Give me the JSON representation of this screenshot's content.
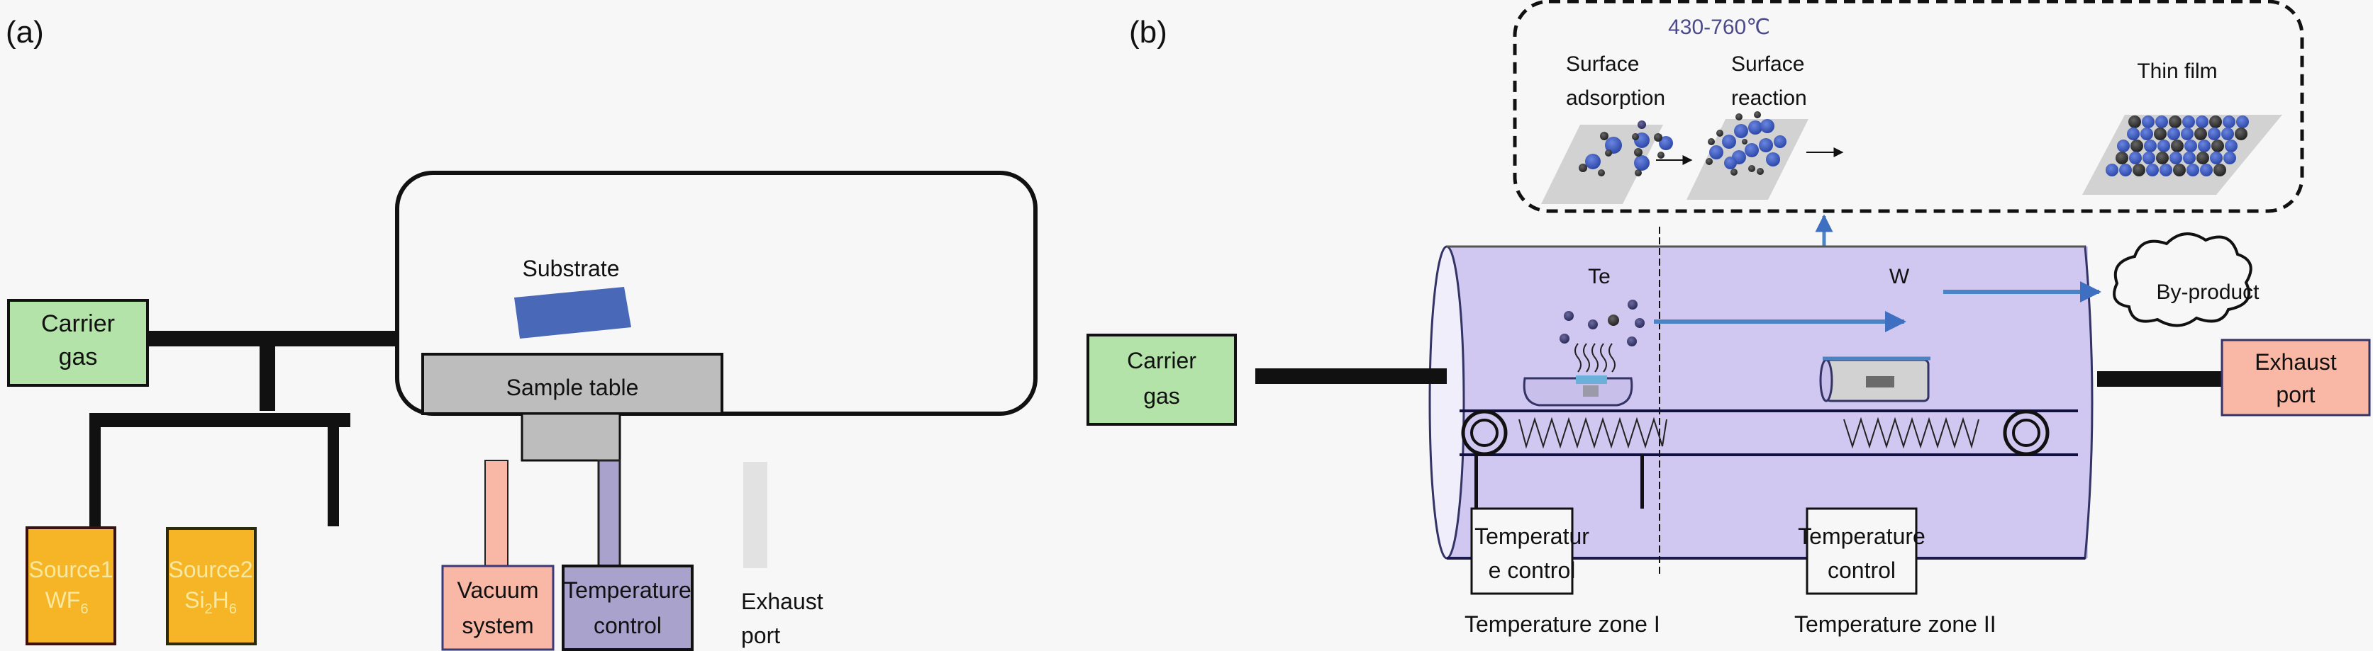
{
  "panel_a": {
    "label": "(a)",
    "carrier_gas": [
      "Carrier",
      "gas"
    ],
    "source1": {
      "line1": "Source1",
      "base": "WF",
      "sub": "6"
    },
    "source2": {
      "line1": "Source2",
      "base_a": "Si",
      "sub_a": "2",
      "base_b": "H",
      "sub_b": "6"
    },
    "substrate": "Substrate",
    "sample_table": "Sample table",
    "vacuum_system": [
      "Vacuum",
      "system"
    ],
    "temperature_control": [
      "Temperature",
      "control"
    ],
    "exhaust_port": [
      "Exhaust",
      "port"
    ]
  },
  "panel_b": {
    "label": "(b)",
    "temperature_range": "430-760℃",
    "steps": [
      {
        "label": [
          "Surface",
          "adsorption"
        ]
      },
      {
        "label": [
          "Surface",
          "reaction"
        ]
      },
      {
        "label": [
          "Thin film"
        ]
      }
    ],
    "carrier_gas": [
      "Carrier",
      "gas"
    ],
    "te_label": "Te",
    "w_label": "W",
    "by_product": "By-product",
    "exhaust_port": [
      "Exhaust",
      "port"
    ],
    "temp_control_1": [
      "Temperatur",
      "e control"
    ],
    "temp_control_2": [
      "Temperature",
      "control"
    ],
    "zone_1": "Temperature zone I",
    "zone_2": "Temperature zone II"
  },
  "colors": {
    "carrier_green": "#b3e3a8",
    "source_orange": "#f5b526",
    "source_text": "#f8e8a0",
    "vacuum_pink": "#f9b8a6",
    "temp_purple": "#a8a2cc",
    "exhaust_gray": "#e2e2e2",
    "table_gray": "#bdbdbd",
    "substrate_blue": "#4a68b8",
    "tube_lavender": "#d0c8f0",
    "arrow_blue": "#4b84c4",
    "temp_text": "#4a4a8a",
    "exhaust_pink": "#f9b8a6"
  }
}
